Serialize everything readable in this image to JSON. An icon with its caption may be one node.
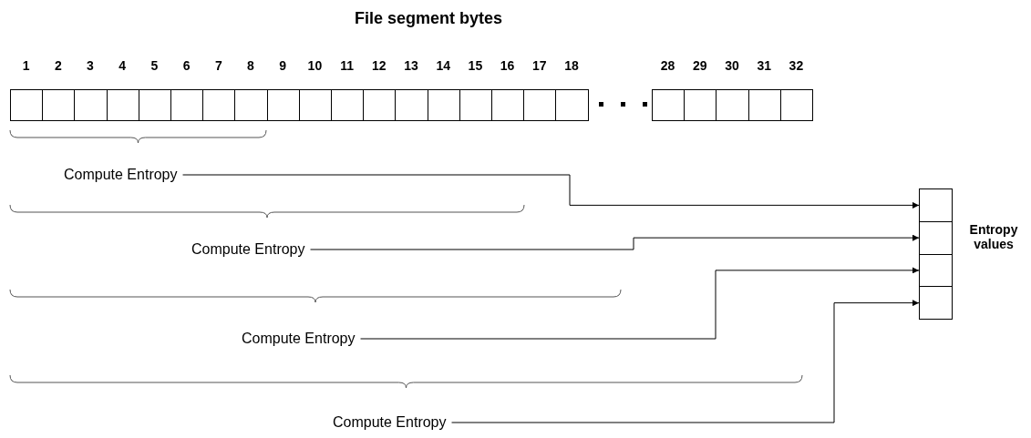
{
  "diagram": {
    "title": "File segment bytes",
    "nodes": [
      {
        "text": [],
        "shape": "box",
        "beside": [
          "1"
        ]
      },
      {
        "text": [],
        "shape": "box",
        "beside": [
          "2"
        ]
      },
      {
        "text": [],
        "shape": "box",
        "beside": [
          "3"
        ]
      },
      {
        "text": [],
        "shape": "box",
        "beside": [
          "4"
        ]
      },
      {
        "text": [],
        "shape": "box",
        "beside": [
          "5"
        ]
      },
      {
        "text": [],
        "shape": "box",
        "beside": [
          "6"
        ]
      },
      {
        "text": [],
        "shape": "box",
        "beside": [
          "7"
        ]
      },
      {
        "text": [],
        "shape": "box",
        "beside": [
          "8"
        ]
      },
      {
        "text": [],
        "shape": "box",
        "beside": [
          "9"
        ]
      },
      {
        "text": [],
        "shape": "box",
        "beside": [
          "10"
        ]
      },
      {
        "text": [],
        "shape": "box",
        "beside": [
          "11"
        ]
      },
      {
        "text": [],
        "shape": "box",
        "beside": [
          "12"
        ]
      },
      {
        "text": [],
        "shape": "box",
        "beside": [
          "13"
        ]
      },
      {
        "text": [],
        "shape": "box",
        "beside": [
          "14"
        ]
      },
      {
        "text": [],
        "shape": "box",
        "beside": [
          "15"
        ]
      },
      {
        "text": [],
        "shape": "box",
        "beside": [
          "16"
        ]
      },
      {
        "text": [],
        "shape": "box",
        "beside": [
          "17"
        ]
      },
      {
        "text": [],
        "shape": "box",
        "beside": [
          "18"
        ]
      },
      {
        "text": [],
        "shape": "box",
        "beside": [
          "28"
        ]
      },
      {
        "text": [],
        "shape": "box",
        "beside": [
          "29"
        ]
      },
      {
        "text": [],
        "shape": "box",
        "beside": [
          "30"
        ]
      },
      {
        "text": [],
        "shape": "box",
        "beside": [
          "31"
        ]
      },
      {
        "text": [],
        "shape": "box",
        "beside": [
          "32"
        ]
      },
      {
        "text": [
          "Compute Entropy"
        ]
      },
      {
        "text": [
          "Compute Entropy"
        ]
      },
      {
        "text": [
          "Compute Entropy"
        ]
      },
      {
        "text": [
          "Compute Entropy"
        ]
      },
      {
        "text": [],
        "shape": "box"
      },
      {
        "text": [],
        "shape": "box"
      },
      {
        "text": [],
        "shape": "box"
      },
      {
        "text": [],
        "shape": "box"
      }
    ],
    "edges": [
      {
        "from": 23,
        "to": 27,
        "arrow": "to"
      },
      {
        "from": 24,
        "to": 28,
        "arrow": "to"
      },
      {
        "from": 25,
        "to": 29,
        "arrow": "to"
      },
      {
        "from": 26,
        "to": 30,
        "arrow": "to"
      }
    ],
    "labels": [
      "Entropy values"
    ]
  }
}
